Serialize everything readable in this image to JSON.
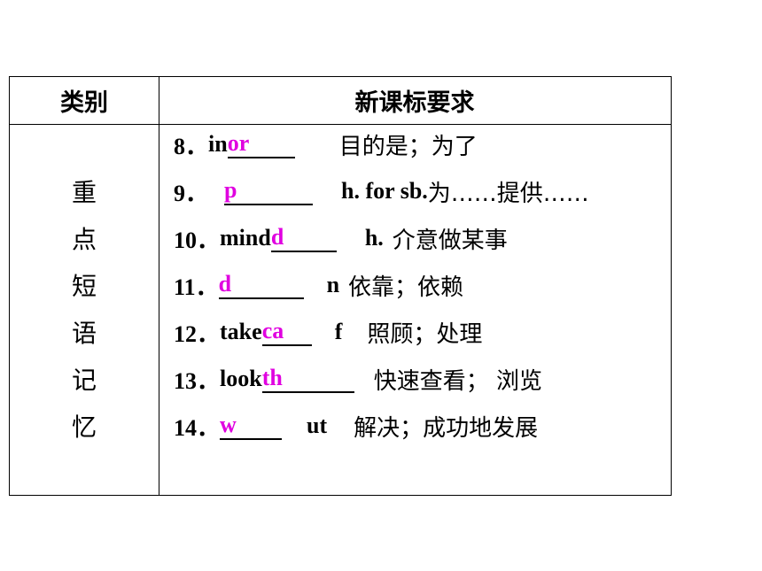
{
  "header": {
    "col1": "类别",
    "col2": "新课标要求"
  },
  "category": [
    "重",
    "点",
    "短",
    "语",
    "记",
    "忆"
  ],
  "items": [
    {
      "num": "8．",
      "pre": "in ",
      "ans": "or",
      "post": "  ",
      "meaning": "目的是；为了"
    },
    {
      "num": "9．",
      "pre": "",
      "ans": "p",
      "post": "h. for sb.",
      "meaning": "为……提供……"
    },
    {
      "num": "10．",
      "pre": "mind ",
      "ans": "d",
      "post": "h.",
      "meaning": "介意做某事"
    },
    {
      "num": "11．",
      "pre": "",
      "ans": "d",
      "post": "n",
      "meaning": "依靠；依赖"
    },
    {
      "num": "12．",
      "pre": "take ",
      "ans": "ca",
      "post": "f",
      "meaning": "照顾；处理"
    },
    {
      "num": "13．",
      "pre": "look ",
      "ans": "th",
      "post": "",
      "meaning": "快速查看；  浏览"
    },
    {
      "num": "14．",
      "pre": "",
      "ans": "w",
      "post": "ut",
      "meaning": "解决；成功地发展"
    }
  ]
}
